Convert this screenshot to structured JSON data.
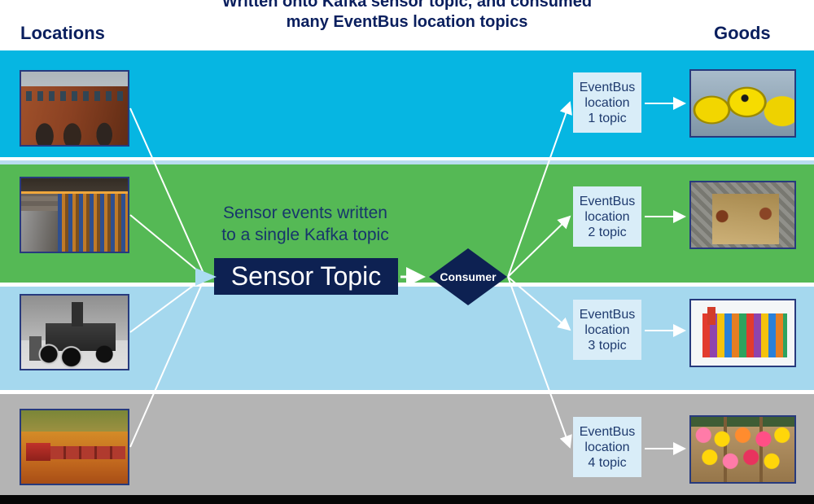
{
  "title": {
    "line1": "Written onto Kafka sensor topic, and consumed",
    "line2": "many EventBus location topics"
  },
  "headers": {
    "left": "Locations",
    "right": "Goods"
  },
  "center": {
    "annotation": "Sensor events written\nto a single Kafka topic",
    "kafka_topic_label": "Sensor Topic",
    "consumer_label": "Consumer"
  },
  "rows": [
    {
      "location_image": "rusty-factory-building",
      "eventbus_label": "EventBus\nlocation\n1 topic",
      "goods_image": "yellow-radioactive-waste-barrels"
    },
    {
      "location_image": "automated-warehouse-racking",
      "eventbus_label": "EventBus\nlocation\n2 topic",
      "goods_image": "chickens-in-shipping-box"
    },
    {
      "location_image": "vintage-steam-lorry",
      "eventbus_label": "EventBus\nlocation\n3 topic",
      "goods_image": "fireworks-assortment"
    },
    {
      "location_image": "outback-road-train",
      "eventbus_label": "EventBus\nlocation\n4 topic",
      "goods_image": "boxed-cut-flowers"
    }
  ],
  "colors": {
    "band1_cyan": "#06b6e2",
    "band2_green": "#55b955",
    "band3_light_blue": "#a5d8ee",
    "band4_gray": "#b4b4b4",
    "navy": "#0d2152",
    "eventbus_box": "#d9edf8",
    "title_text": "#0a1f5e",
    "connector_lines": "#ffffff"
  }
}
